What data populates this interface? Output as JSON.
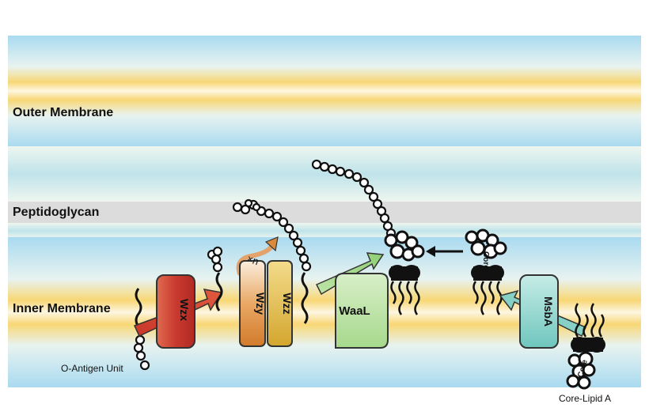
{
  "labels": {
    "outer_membrane": "Outer Membrane",
    "peptidoglycan": "Peptidoglycan",
    "inner_membrane": "Inner Membrane",
    "o_antigen_unit": "O-Antigen Unit",
    "core_lipid_a": "Core-Lipid A"
  },
  "proteins": {
    "wzx": "Wzx",
    "wzy": "Wzy",
    "wzz": "Wzz",
    "waal": "WaaL",
    "msba": "MsbA"
  },
  "annotations": {
    "polymerization": "×n",
    "core_upper": "Core",
    "core_lower": "Core"
  },
  "colors": {
    "membrane_blue": "#9fd4ec",
    "membrane_yellow": "#f7d272",
    "peptidoglycan_gray": "#dddddd",
    "wzx": "#c93a2e",
    "wzy": "#d98a3a",
    "wzz": "#d9b33a",
    "waal": "#a6d98c",
    "msba": "#7fcfc6"
  }
}
